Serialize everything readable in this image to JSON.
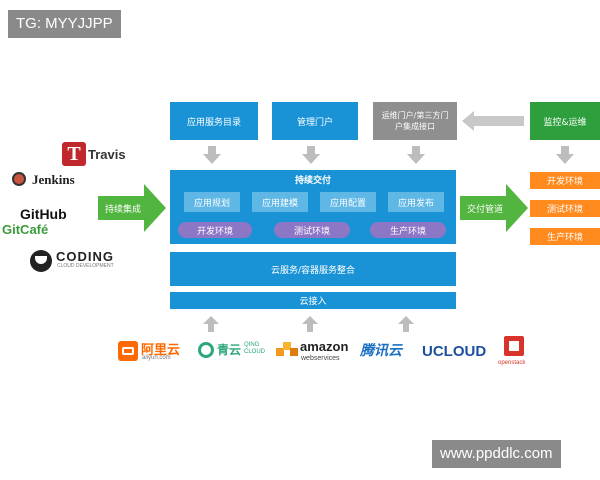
{
  "watermarks": {
    "top_left": "TG: MYYJJPP",
    "bottom_right": "www.ppddlc.com"
  },
  "top_boxes": {
    "catalog": "应用服务目录",
    "portal": "管理门户",
    "third_party": "运维门户/第三方门户集成接口",
    "monitoring": "监控&运维"
  },
  "ci_tools": {
    "travis": "Travis",
    "jenkins": "Jenkins",
    "github": "GitHub",
    "gitcafe": "GitCafé",
    "coding": "CODING",
    "coding_sub": "CLOUD DEVELOPMENT"
  },
  "ci_arrow_label": "持续集成",
  "delivery": {
    "title": "持续交付",
    "stages": [
      "应用规划",
      "应用建模",
      "应用配置",
      "应用发布"
    ],
    "envs": [
      "开发环境",
      "测试环境",
      "生产环境"
    ]
  },
  "delivery_arrow_label": "交付管道",
  "target_envs": [
    "开发环境",
    "测试环境",
    "生产环境"
  ],
  "integration_bar": "云服务/容器服务整合",
  "access_bar": "云接入",
  "cloud_providers": {
    "aliyun": "阿里云",
    "aliyun_sub": "aliyun.com",
    "qingcloud": "青云",
    "qingcloud_sub": "QING CLOUD",
    "amazon": "amazon",
    "amazon_sub": "webservices",
    "tencent": "腾讯云",
    "ucloud": "UCLOUD",
    "openstack": "openstack"
  },
  "colors": {
    "blue": "#1a93d6",
    "light_blue": "#5fb7e6",
    "green": "#2e9f3c",
    "orange": "#ff8a1e",
    "gray": "#8f8f8f",
    "purple": "#8e76c7"
  }
}
